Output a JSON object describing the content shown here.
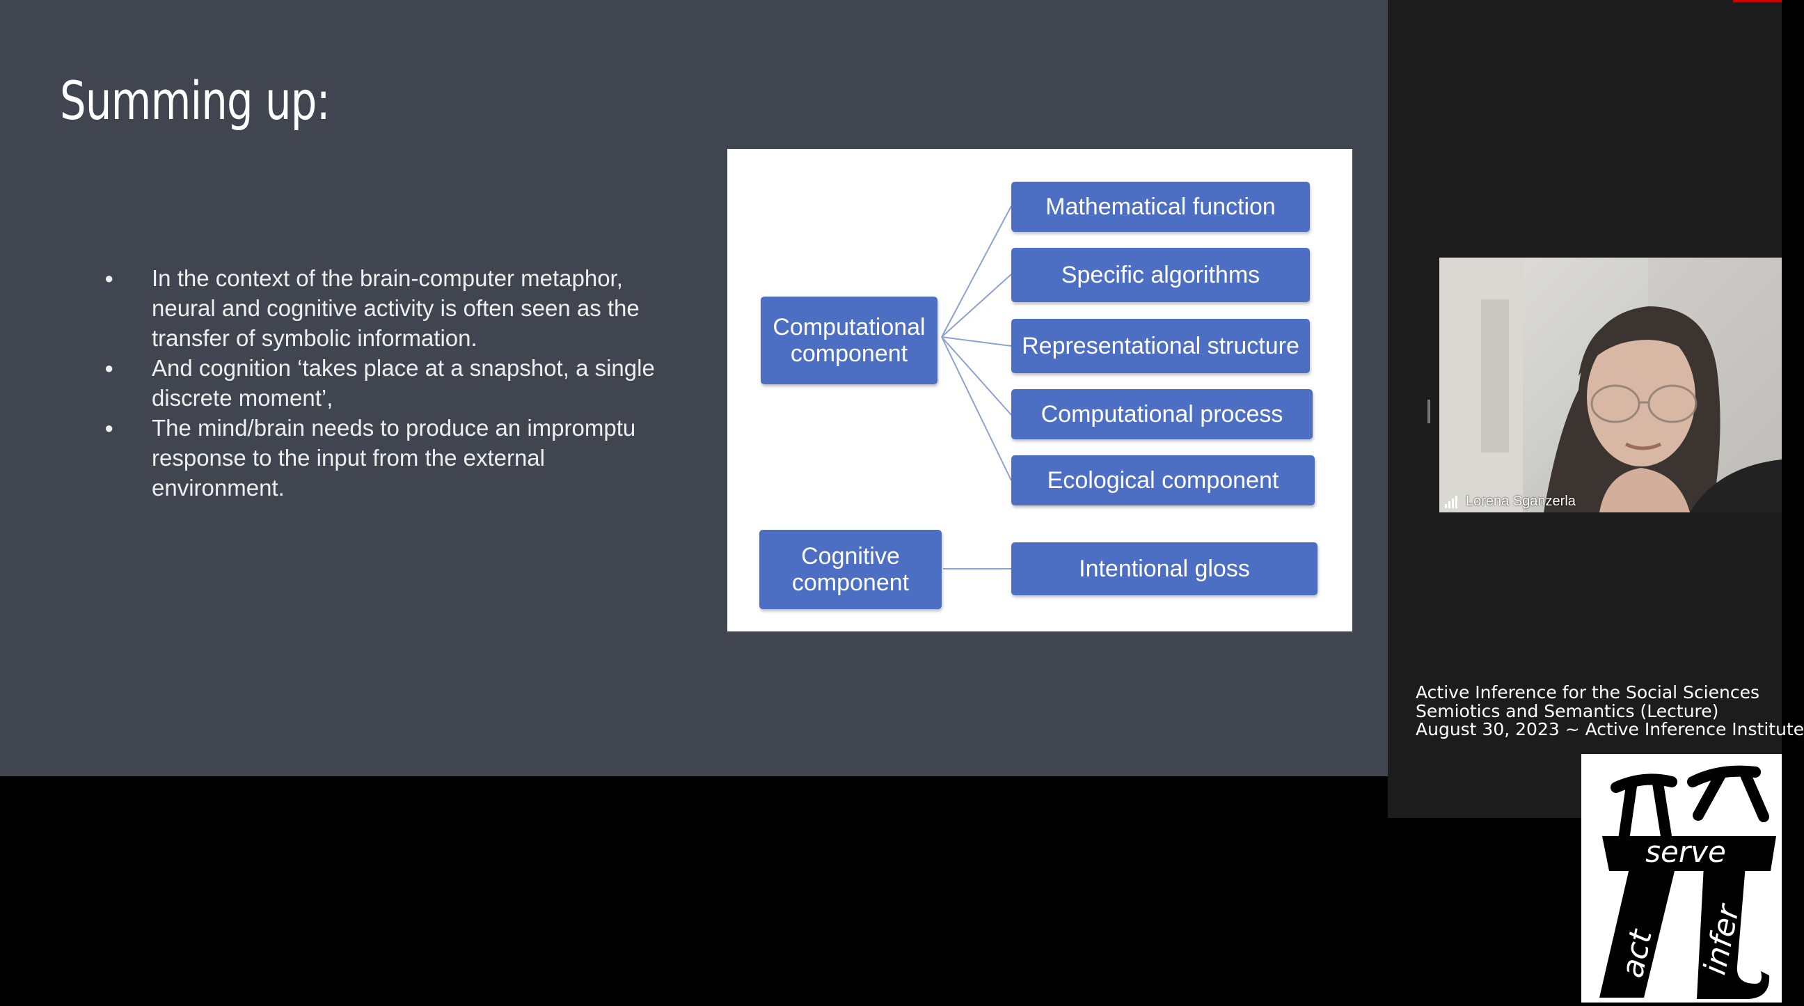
{
  "slide": {
    "title": "Summing up:",
    "bullets": [
      "In the context of the brain-computer metaphor, neural and cognitive activity is often seen as the transfer of symbolic information.",
      "And cognition ‘takes place at a snapshot, a single discrete moment’,",
      "The mind/brain needs to produce an impromptu response to the input from the external environment."
    ]
  },
  "diagram": {
    "left_boxes": {
      "computational": "Computational component",
      "cognitive": "Cognitive component"
    },
    "right_boxes": {
      "mathematical_function": "Mathematical function",
      "specific_algorithms": "Specific algorithms",
      "representational_structure": "Representational structure",
      "computational_process": "Computational process",
      "ecological_component": "Ecological component",
      "intentional_gloss": "Intentional gloss"
    },
    "box_color": "#4d6fc3"
  },
  "video": {
    "speaker_name": "Lorena Sganzerla"
  },
  "caption": {
    "line1": "Active Inference for the Social Sciences",
    "line2": "Semiotics and Semantics (Lecture)",
    "line3": "August 30, 2023 ~ Active Inference Institute"
  },
  "logo": {
    "word_serve": "serve",
    "word_act": "act",
    "word_infer": "infer"
  }
}
